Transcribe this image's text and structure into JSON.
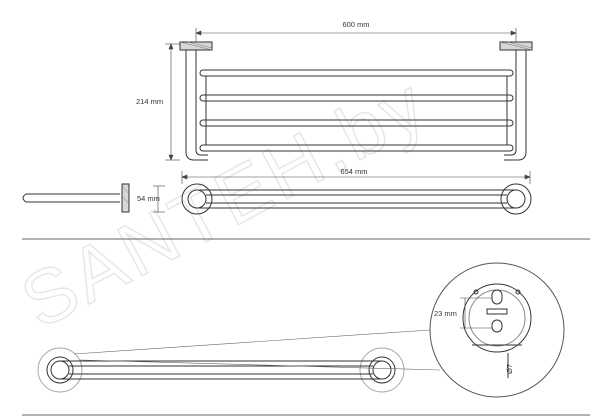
{
  "watermark": {
    "text": "SANTEH.by"
  },
  "dimensions": {
    "top_width": "600 mm",
    "height": "214 mm",
    "overall_width": "654 mm",
    "depth": "54 mm",
    "detail": "23 mm",
    "small_mark": "Ø7"
  }
}
